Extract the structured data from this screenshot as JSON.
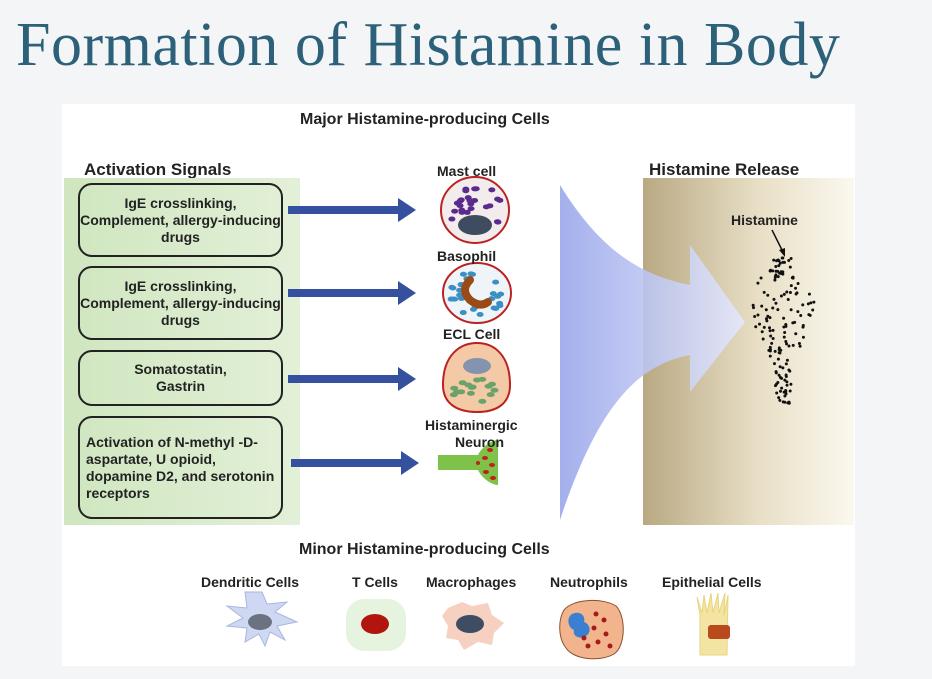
{
  "title": "Formation of Histamine in Body",
  "diagram": {
    "major_heading": "Major Histamine-producing Cells",
    "activation_heading": "Activation Signals",
    "release_heading": "Histamine Release",
    "histamine_label": "Histamine",
    "signals": [
      "IgE crosslinking, Complement, allergy-inducing drugs",
      "IgE crosslinking, Complement, allergy-inducing drugs",
      "Somatostatin, Gastrin",
      "Activation of N-methyl -D-aspartate, U opioid, dopamine D2, and serotonin receptors"
    ],
    "major_cells": [
      "Mast cell",
      "Basophil",
      "ECL Cell",
      "Histaminergic",
      "Neuron"
    ],
    "minor_heading": "Minor Histamine-producing Cells",
    "minor_cells": [
      "Dendritic Cells",
      "T Cells",
      "Macrophages",
      "Neutrophils",
      "Epithelial Cells"
    ]
  },
  "colors": {
    "title": "#2d6079",
    "arrow": "#34509e",
    "panel_green": "#d8ebc8"
  }
}
